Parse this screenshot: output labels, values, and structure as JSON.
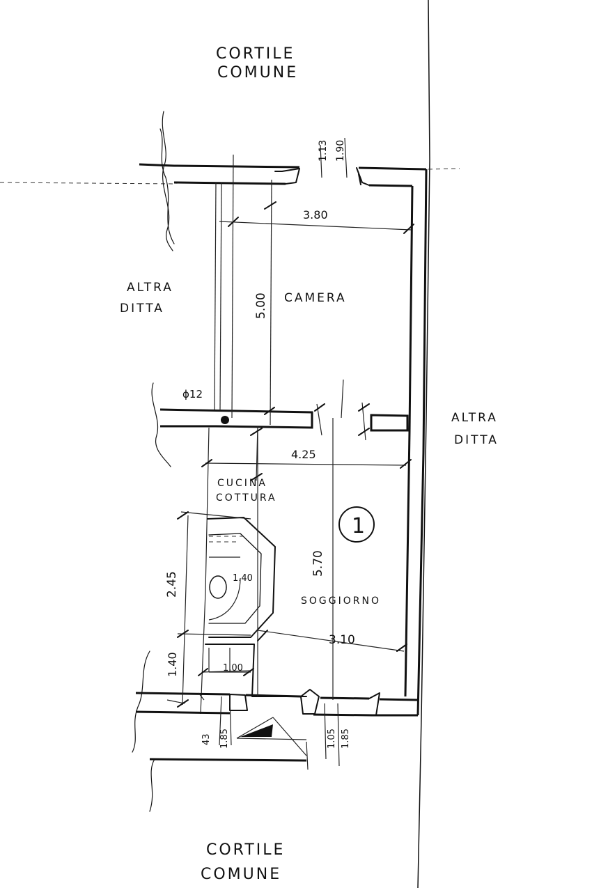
{
  "labels": {
    "courtyard_top_line1": "CORTILE",
    "courtyard_top_line2": "COMUNE",
    "courtyard_bottom_line1": "CORTILE",
    "courtyard_bottom_line2": "COMUNE",
    "neighbor_left_line1": "ALTRA",
    "neighbor_left_line2": "DITTA",
    "neighbor_right_line1": "ALTRA",
    "neighbor_right_line2": "DITTA",
    "room_camera": "CAMERA",
    "room_kitchen_line1": "CUCINA",
    "room_kitchen_line2": "COTTURA",
    "room_living": "SOGGIORNO",
    "unit_number": "1",
    "pipe_diameter": "ϕ12"
  },
  "dimensions": {
    "window_top_a": "1.13",
    "window_top_b": "1.90",
    "camera_width": "3.80",
    "camera_depth": "5.00",
    "corridor_width": "4.25",
    "living_depth": "5.70",
    "living_width": "3.10",
    "bath_depth": "2.45",
    "bath_inner": "1.40",
    "closet_depth": "1.40",
    "closet_width": "1.00",
    "door_left_a": "43",
    "door_left_b": "1.85",
    "window_bottom_a": "1.05",
    "window_bottom_b": "1.85"
  }
}
